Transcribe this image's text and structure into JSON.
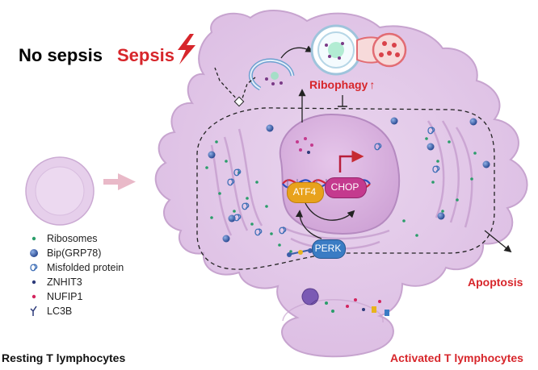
{
  "header": {
    "no_sepsis": "No sepsis",
    "sepsis": "Sepsis"
  },
  "labels": {
    "ribophagy": "Ribophagy",
    "ribophagy_arrow": "↑",
    "apoptosis": "Apoptosis",
    "resting": "Resting T lymphocytes",
    "activated": "Activated T lymphocytes"
  },
  "proteins": {
    "atf4": "ATF4",
    "chop": "CHOP",
    "perk": "PERK"
  },
  "legend": [
    {
      "label": "Ribosomes",
      "icon": "green-dot-icon"
    },
    {
      "label": "Bip(GRP78)",
      "icon": "blue-sphere-icon"
    },
    {
      "label": "Misfolded protein",
      "icon": "misfolded-protein-icon"
    },
    {
      "label": "ZNHIT3",
      "icon": "navy-dot-icon"
    },
    {
      "label": "NUFIP1",
      "icon": "pink-dot-icon"
    },
    {
      "label": "LC3B",
      "icon": "lc3b-icon"
    }
  ],
  "colors": {
    "cell_fill": "#e3c9e8",
    "cell_stroke": "#b58ac0",
    "nucleus_fill": "#d9b3de",
    "red": "#d7262b",
    "atf4": "#e8a21c",
    "chop": "#c43a8e",
    "perk": "#3a7cc4",
    "ribosome": "#2a9d6a",
    "bip": "#3a5ea8",
    "misfolded": "#3f6fb6"
  }
}
